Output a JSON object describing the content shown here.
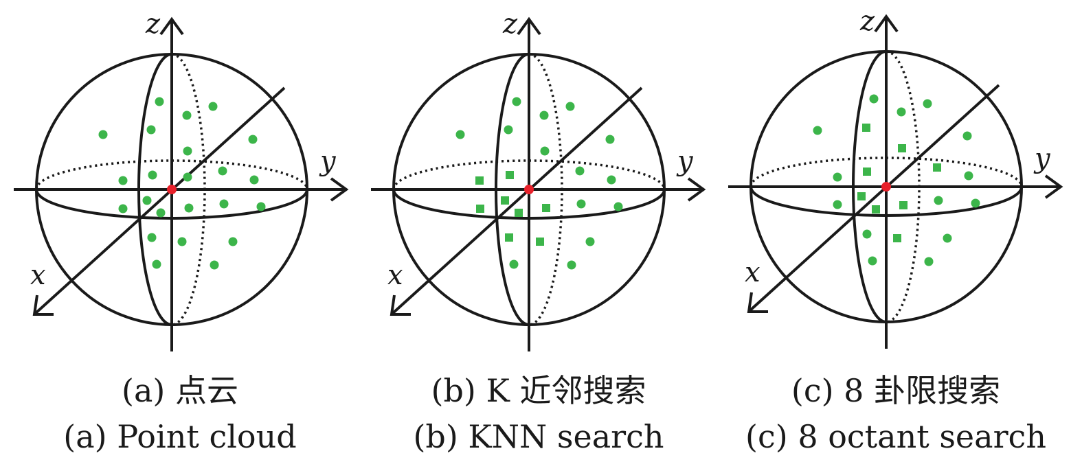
{
  "axes": {
    "x": "x",
    "y": "y",
    "z": "z"
  },
  "colors": {
    "stroke": "#1a1a1a",
    "point": "#3cb54a",
    "center": "#e8202a",
    "background": "#ffffff"
  },
  "panels": [
    {
      "id": "a",
      "caption_cn": "(a) 点云",
      "caption_en": "(a) Point cloud",
      "selected_marker": "none"
    },
    {
      "id": "b",
      "caption_cn": "(b) K 近邻搜索",
      "caption_en": "(b) KNN search",
      "selected_marker": "square"
    },
    {
      "id": "c",
      "caption_cn": "(c) 8 卦限搜索",
      "caption_en": "(c) 8 octant search",
      "selected_marker": "square"
    }
  ]
}
